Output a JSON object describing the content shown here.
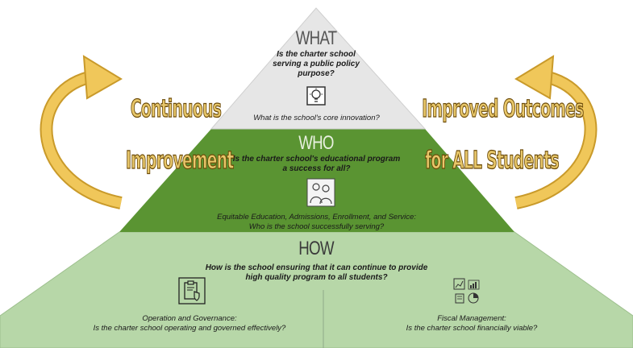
{
  "tiers": {
    "what": {
      "title": "WHAT",
      "question": "Is the charter school serving a public policy purpose?",
      "subtext": "What is the school's core innovation?",
      "color": "#e6e6e6"
    },
    "who": {
      "title": "WHO",
      "question": "Is the charter school's educational program a success for all?",
      "subtext_line1": "Equitable Education, Admissions, Enrollment, and Service:",
      "subtext_line2": "Who is the school successfully serving?",
      "color": "#5a9432"
    },
    "how": {
      "title": "HOW",
      "question": "How is the school ensuring that it can continue to provide high quality program to all students?",
      "color": "#b7d7a8",
      "left": {
        "title": "Operation and Governance:",
        "question": "Is the charter school operating and governed effectively?"
      },
      "right": {
        "title": "Fiscal Management:",
        "question": "Is the charter school financially viable?"
      }
    }
  },
  "side_labels": {
    "left_line1": "Continuous",
    "left_line2": "Improvement",
    "right_line1": "Improved Outcomes",
    "right_line2": "for ALL Students",
    "text_color": "#e8c76a",
    "arrow_color": "#e8b94a"
  },
  "icons": [
    "lightbulb-icon",
    "students-icon",
    "clipboard-shield-icon",
    "finance-charts-icon"
  ]
}
